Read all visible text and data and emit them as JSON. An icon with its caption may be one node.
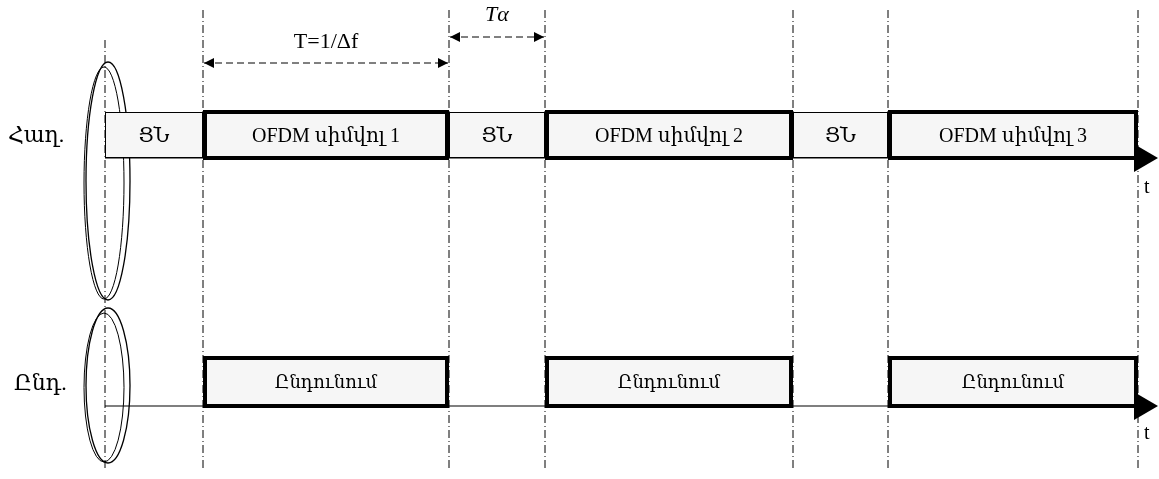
{
  "diagram": {
    "nodes": [
      {
        "text": [
          "ՑՆ"
        ]
      },
      {
        "text": [
          "OFDM սիմվոլ 1"
        ]
      },
      {
        "text": [
          "ՑՆ"
        ]
      },
      {
        "text": [
          "OFDM սիմվոլ 2"
        ]
      },
      {
        "text": [
          "ՑՆ"
        ]
      },
      {
        "text": [
          "OFDM սիմվոլ 3"
        ]
      },
      {
        "text": [
          "Ընդունում"
        ]
      },
      {
        "text": [
          "Ընդունում"
        ]
      },
      {
        "text": [
          "Ընդունում"
        ]
      }
    ],
    "labels": [
      "Tα",
      "T=1/Δf",
      "Հաղ.",
      "t",
      "Ընդ.",
      "t"
    ]
  }
}
